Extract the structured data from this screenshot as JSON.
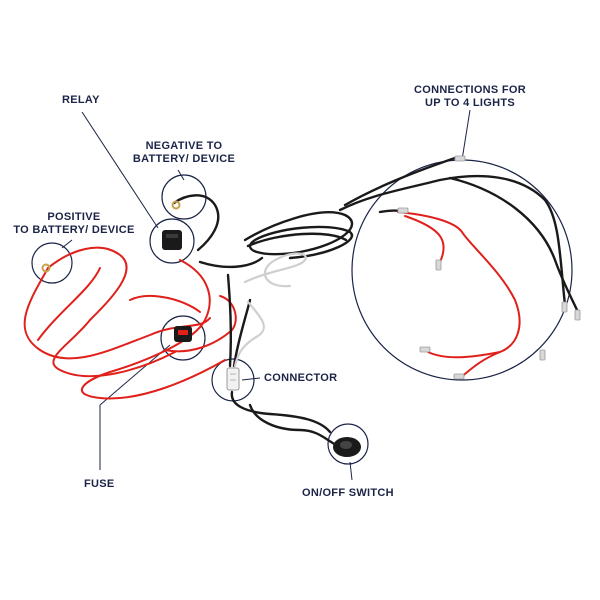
{
  "labels": {
    "relay": "RELAY",
    "negative": [
      "NEGATIVE TO",
      "BATTERY/ DEVICE"
    ],
    "positive": [
      "POSITIVE",
      "TO BATTERY/ DEVICE"
    ],
    "connections": [
      "CONNECTIONS FOR",
      "UP TO 4 LIGHTS"
    ],
    "connector": "CONNECTOR",
    "fuse": "FUSE",
    "switch": "ON/OFF SWITCH"
  },
  "colors": {
    "callout": "#1b2447",
    "red_wire": "#e0201b",
    "black_wire": "#1a1a1a",
    "white_wire": "#cfcfcf",
    "terminal": "#c9a24a"
  }
}
